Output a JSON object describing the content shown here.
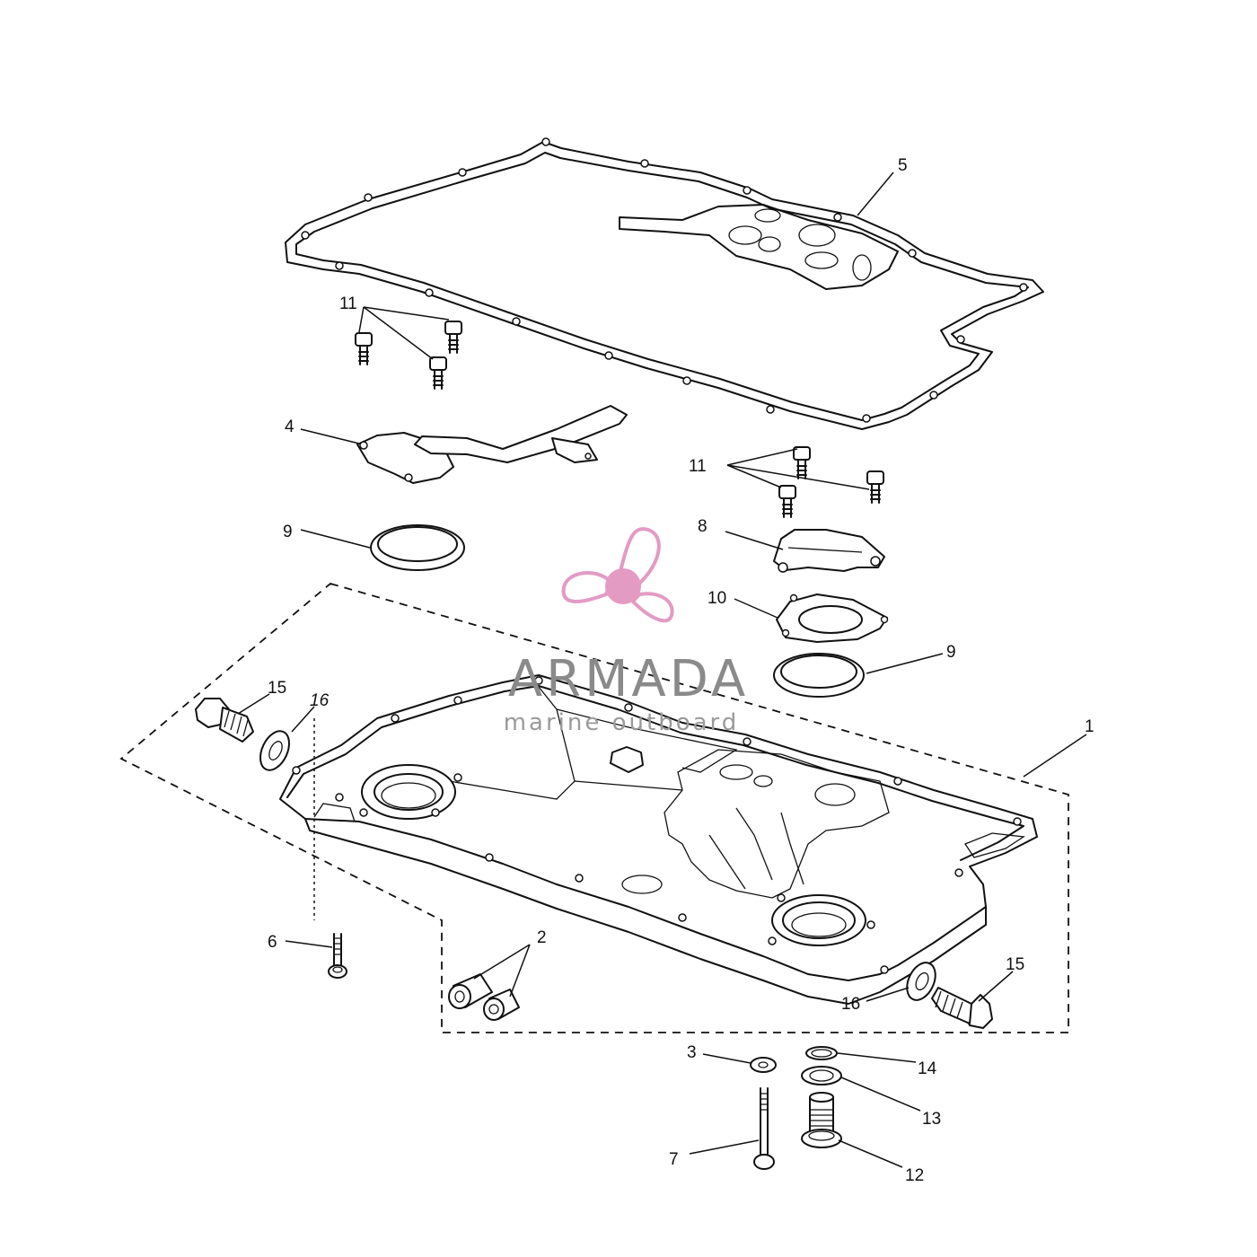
{
  "labels": {
    "l1": "1",
    "l2": "2",
    "l3": "3",
    "l4": "4",
    "l5": "5",
    "l6": "6",
    "l7": "7",
    "l8": "8",
    "l9a": "9",
    "l9b": "9",
    "l10": "10",
    "l11a": "11",
    "l11b": "11",
    "l12": "12",
    "l13": "13",
    "l14": "14",
    "l15a": "15",
    "l15b": "15",
    "l16a": "16",
    "l16b": "16"
  },
  "watermark": {
    "brand": "ARMADA",
    "tagline": "marine outboard",
    "logo_icon": "propeller-icon",
    "color": "#e39bc4"
  }
}
